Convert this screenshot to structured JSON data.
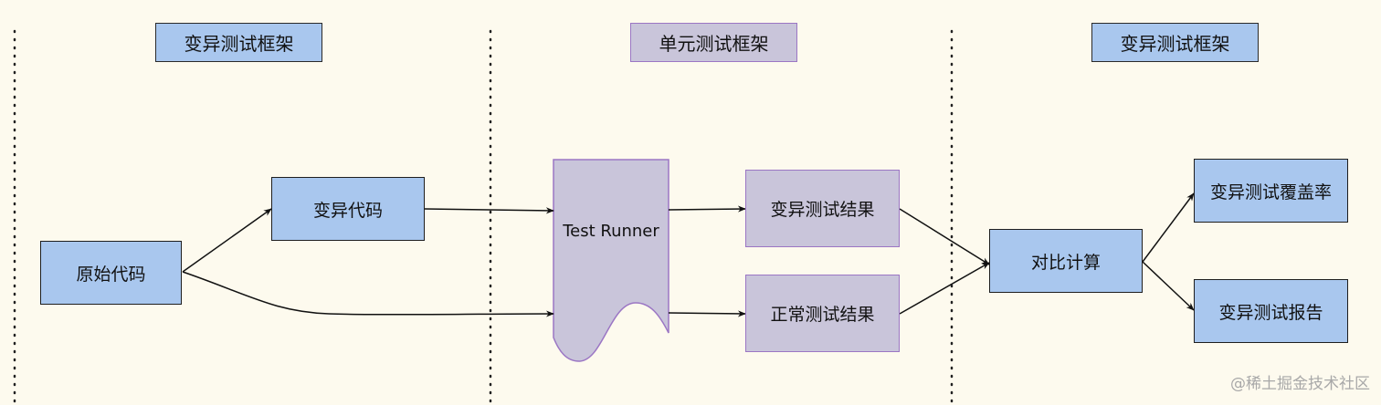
{
  "headers": {
    "left": "变异测试框架",
    "middle": "单元测试框架",
    "right": "变异测试框架"
  },
  "nodes": {
    "original_code": "原始代码",
    "mutant_code": "变异代码",
    "test_runner": "Test Runner",
    "mutation_result": "变异测试结果",
    "normal_result": "正常测试结果",
    "compare": "对比计算",
    "coverage": "变异测试覆盖率",
    "report": "变异测试报告"
  },
  "watermark": "@稀土掘金技术社区",
  "colors": {
    "background": "#fdfaee",
    "blue_fill": "#a9c7ee",
    "purple_fill": "#c9c5da",
    "purple_stroke": "#9b76c4"
  }
}
